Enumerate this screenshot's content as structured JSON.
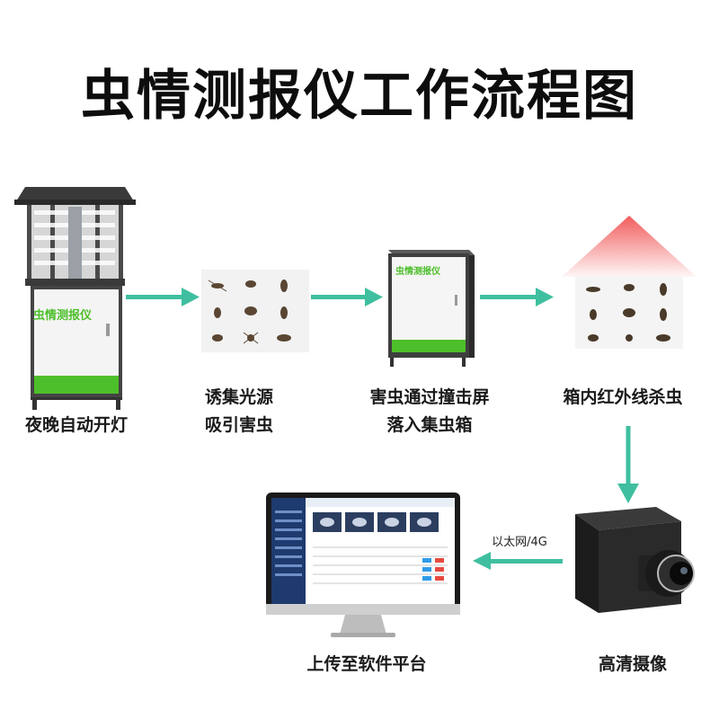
{
  "title": "虫情测报仪工作流程图",
  "steps": {
    "step1": "夜晚自动开灯",
    "step2_line1": "诱集光源",
    "step2_line2": "吸引害虫",
    "step3_line1": "害虫通过撞击屏",
    "step3_line2": "落入集虫箱",
    "step4": "箱内红外线杀虫",
    "step5": "高清摄像",
    "step6": "上传至软件平台"
  },
  "connection_label": "以太网/4G",
  "device_brand": "虫情测报仪",
  "colors": {
    "accent_green": "#4dbf2a",
    "arrow_teal": "#3fbf9f",
    "infrared_red": "#f04a4a"
  }
}
